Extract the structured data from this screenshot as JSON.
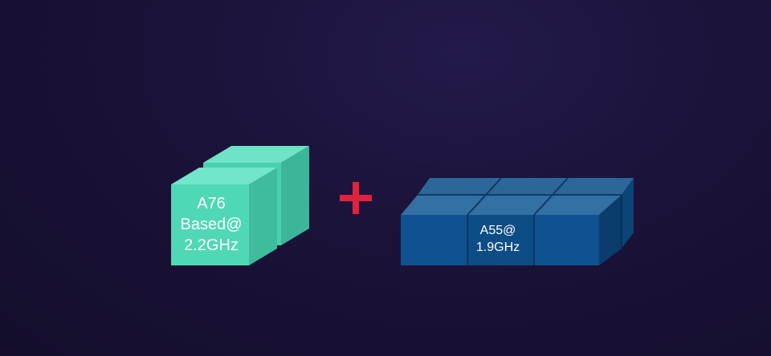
{
  "diagram": {
    "big_core": {
      "line1": "A76",
      "line2": "Based@",
      "line3": "2.2GHz"
    },
    "operator": "+",
    "little_core": {
      "line1": "A55@",
      "line2": "1.9GHz"
    }
  },
  "colors": {
    "background": "#1a1238",
    "big_core_front": "#4fd8b4",
    "big_core_top": "#6ee3c6",
    "big_core_side": "#3cb698",
    "plus": "#e0233c",
    "little_core_front": "#0f4f8a",
    "little_core_top": "#2e6a9c",
    "little_core_side": "#0b3f70"
  }
}
